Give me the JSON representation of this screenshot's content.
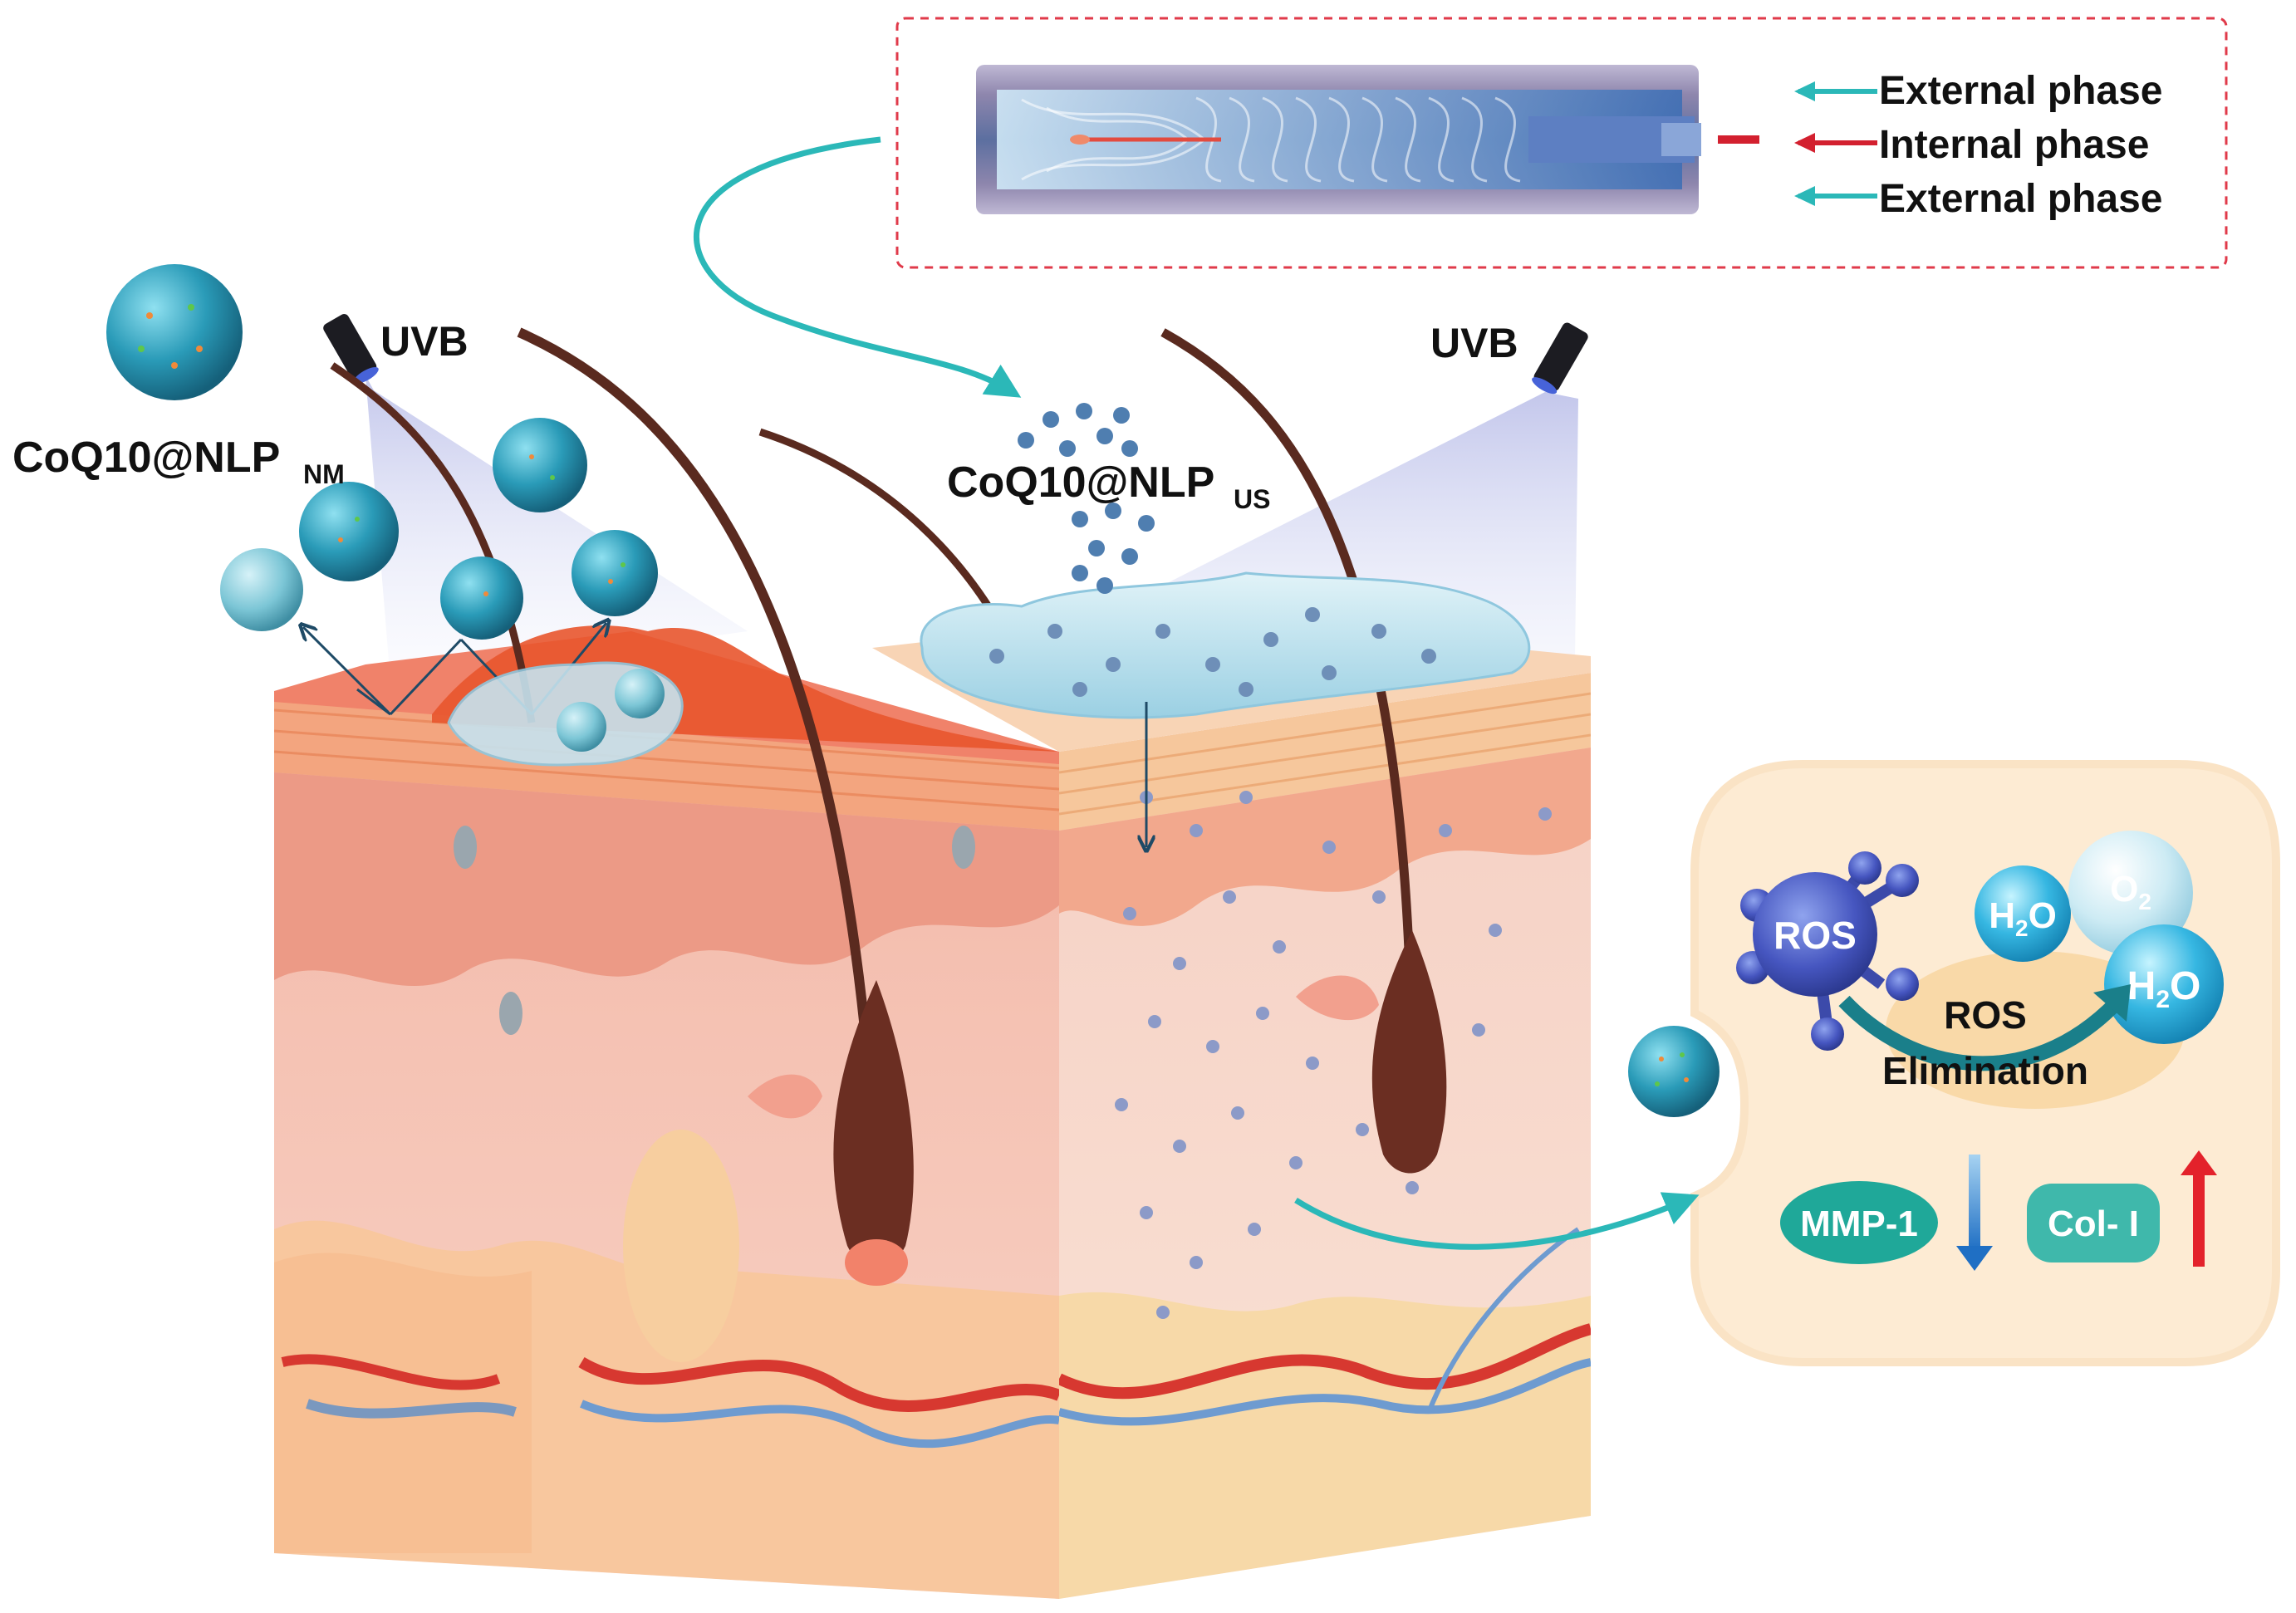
{
  "labels": {
    "uvb_left": "UVB",
    "uvb_right": "UVB",
    "nm_main": "CoQ10@NLP",
    "nm_sub": "NM",
    "us_main": "CoQ10@NLP",
    "us_sub": "US"
  },
  "microfluidic": {
    "phases": [
      "External phase",
      "Internal phase",
      "External phase"
    ],
    "arrow_colors": [
      "#2bb8b8",
      "#d3202f",
      "#2bb8b8"
    ]
  },
  "cell_panel": {
    "ros": "ROS",
    "water": "H",
    "water_sub": "2",
    "water_tail": "O",
    "oxygen": "O",
    "oxygen_sub": "2",
    "elimination_line1": "ROS",
    "elimination_line2": "Elimination",
    "mmp": "MMP-1",
    "col": "Col- I",
    "mmp_trend": "down",
    "col_trend": "up"
  },
  "colors": {
    "teal_arrow": "#2bb8b8",
    "red_arrow": "#e3222b",
    "blue_arrow": "#2f7fc8",
    "skin_epidermis": "#f2a27a",
    "skin_dermis": "#f6c7bd",
    "hair": "#5a2a1f",
    "gel": "#bfe3ef",
    "particle": "#2a9bb8"
  }
}
